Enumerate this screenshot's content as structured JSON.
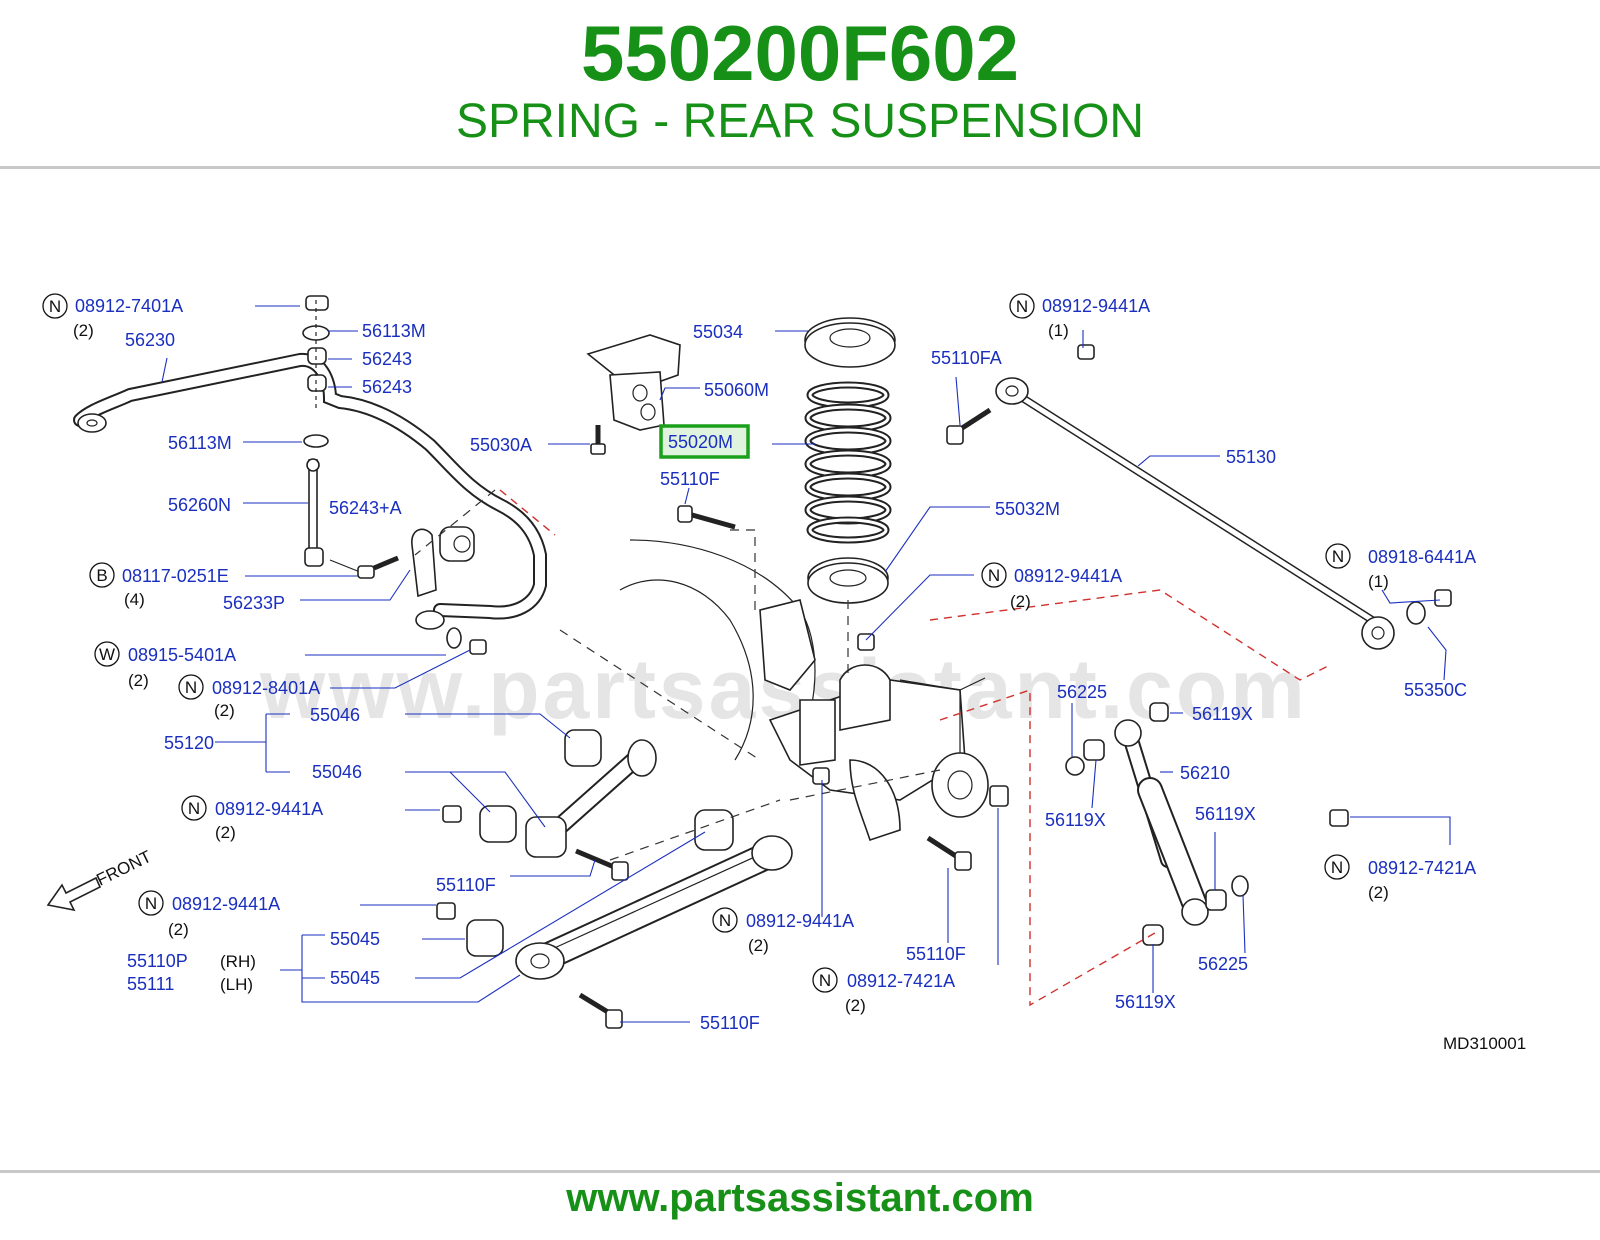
{
  "header": {
    "part_number": "550200F602",
    "title": "SPRING - REAR SUSPENSION"
  },
  "footer": {
    "url": "www.partsassistant.com"
  },
  "diagram": {
    "code": "MD310001",
    "watermark": "www.partsassistant.com",
    "front_label": "FRONT",
    "highlighted_part": "55020M",
    "labels": {
      "n_08912_7401A": "08912-7401A",
      "q_08912_7401A": "(2)",
      "p56113M_a": "56113M",
      "p56230": "56230",
      "p56243_a": "56243",
      "p56243_b": "56243",
      "p56113M_b": "56113M",
      "p56260N": "56260N",
      "p56243A": "56243+A",
      "b_08117_0251E": "08117-0251E",
      "q_08117_0251E": "(4)",
      "p56233P": "56233P",
      "w_08915_5401A": "08915-5401A",
      "q_08915_5401A": "(2)",
      "n_08912_8401A": "08912-8401A",
      "q_08912_8401A": "(2)",
      "p55046_a": "55046",
      "p55120": "55120",
      "p55046_b": "55046",
      "n_08912_9441A_l1": "08912-9441A",
      "q_08912_9441A_l1": "(2)",
      "p55110F_a": "55110F",
      "n_08912_9441A_l2": "08912-9441A",
      "q_08912_9441A_l2": "(2)",
      "p55045_a": "55045",
      "p55045_b": "55045",
      "p55110P": "55110P",
      "rh": "(RH)",
      "p55111": "55111",
      "lh": "(LH)",
      "p55034": "55034",
      "p55060M": "55060M",
      "p55030A": "55030A",
      "p55020M": "55020M",
      "p55110F_b": "55110F",
      "p55032M": "55032M",
      "n_08912_9441A_c": "08912-9441A",
      "q_08912_9441A_c": "(2)",
      "n_08912_9441A_b": "08912-9441A",
      "q_08912_9441A_b": "(2)",
      "n_08912_7421A_b": "08912-7421A",
      "q_08912_7421A_b": "(2)",
      "p55110F_c": "55110F",
      "p55110F_d": "55110F",
      "n_08912_9441A_t": "08912-9441A",
      "q_08912_9441A_t": "(1)",
      "p55110FA": "55110FA",
      "p55130": "55130",
      "n_08918_6441A": "08918-6441A",
      "q_08918_6441A": "(1)",
      "p55350C": "55350C",
      "p56225_a": "56225",
      "p56119X_a": "56119X",
      "p56210": "56210",
      "p56119X_b": "56119X",
      "p56119X_c": "56119X",
      "n_08912_7421A_r": "08912-7421A",
      "q_08912_7421A_r": "(2)",
      "p56225_b": "56225",
      "p56119X_d": "56119X"
    },
    "badges": {
      "N": "N",
      "B": "B",
      "W": "W"
    }
  },
  "colors": {
    "brand_green": "#169016",
    "label_blue": "#1a2fbf",
    "highlight_green": "#1aa01a",
    "section_red": "#d0312d",
    "rule_gray": "#c8c8c8"
  }
}
